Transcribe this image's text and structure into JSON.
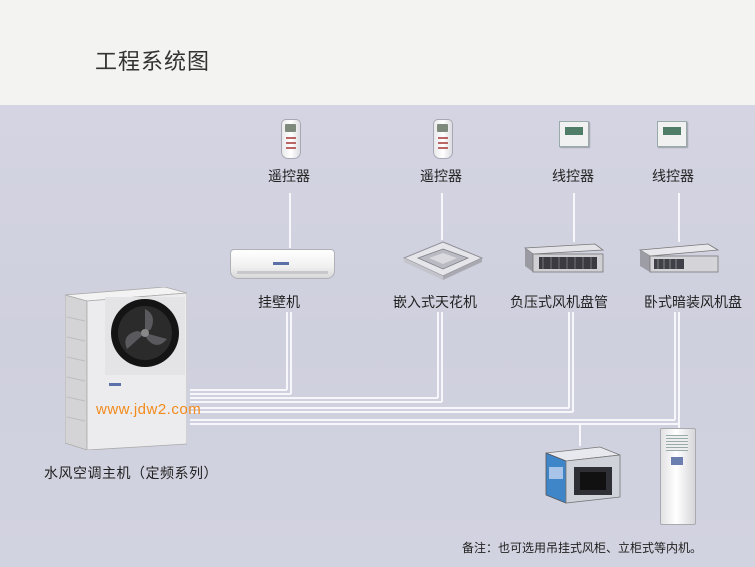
{
  "page": {
    "title": "工程系统图"
  },
  "controllers": [
    {
      "label": "遥控器",
      "type": "remote"
    },
    {
      "label": "遥控器",
      "type": "remote"
    },
    {
      "label": "线控器",
      "type": "wired"
    },
    {
      "label": "线控器",
      "type": "wired"
    }
  ],
  "indoor_units": [
    {
      "label": "挂壁机"
    },
    {
      "label": "嵌入式天花机"
    },
    {
      "label": "负压式风机盘管"
    },
    {
      "label": "卧式暗装风机盘"
    }
  ],
  "outdoor_unit": {
    "label": "水风空调主机（定频系列）",
    "watermark": "www.jdw2.com"
  },
  "footer": {
    "note": "备注：也可选用吊挂式风柜、立柜式等内机。"
  },
  "colors": {
    "panel": "#d2d3e0",
    "pipe": "#f4f4fa",
    "watermark": "#f28a1c"
  }
}
